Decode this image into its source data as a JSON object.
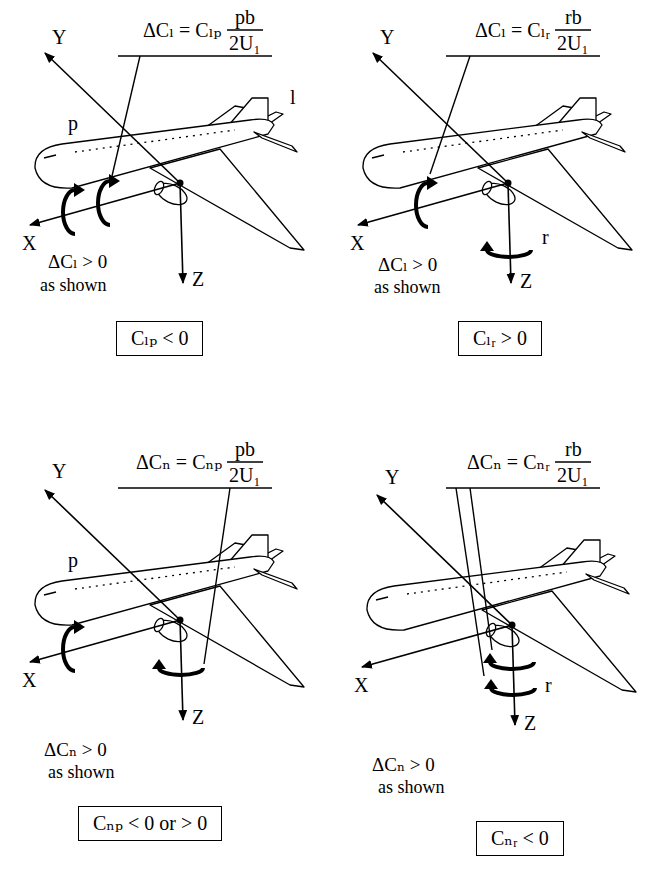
{
  "diagram": {
    "nodes": [
      {
        "text": [
          "Cₗₚ < 0"
        ]
      },
      {
        "text": [
          "Cₗᵣ > 0"
        ]
      },
      {
        "text": [
          "Cₙₚ < 0 or > 0"
        ]
      },
      {
        "text": [
          "Cₙᵣ < 0"
        ]
      }
    ],
    "labels": [
      "ΔCₗ = Cₗₚ",
      "pb",
      "2U₁",
      "Y",
      "l",
      "p",
      "X",
      "Z",
      "ΔCₗ > 0",
      "as shown",
      "ΔCₗ = Cₗᵣ",
      "rb",
      "2U₁",
      "Y",
      "X",
      "r",
      "Z",
      "ΔCₗ > 0",
      "as shown",
      "ΔCₙ = Cₙₚ",
      "pb",
      "2U₁",
      "Y",
      "p",
      "X",
      "Z",
      "ΔCₙ > 0",
      "as shown",
      "ΔCₙ = Cₙᵣ",
      "rb",
      "2U₁",
      "Y",
      "X",
      "r",
      "Z",
      "ΔCₙ > 0",
      "as shown"
    ]
  }
}
